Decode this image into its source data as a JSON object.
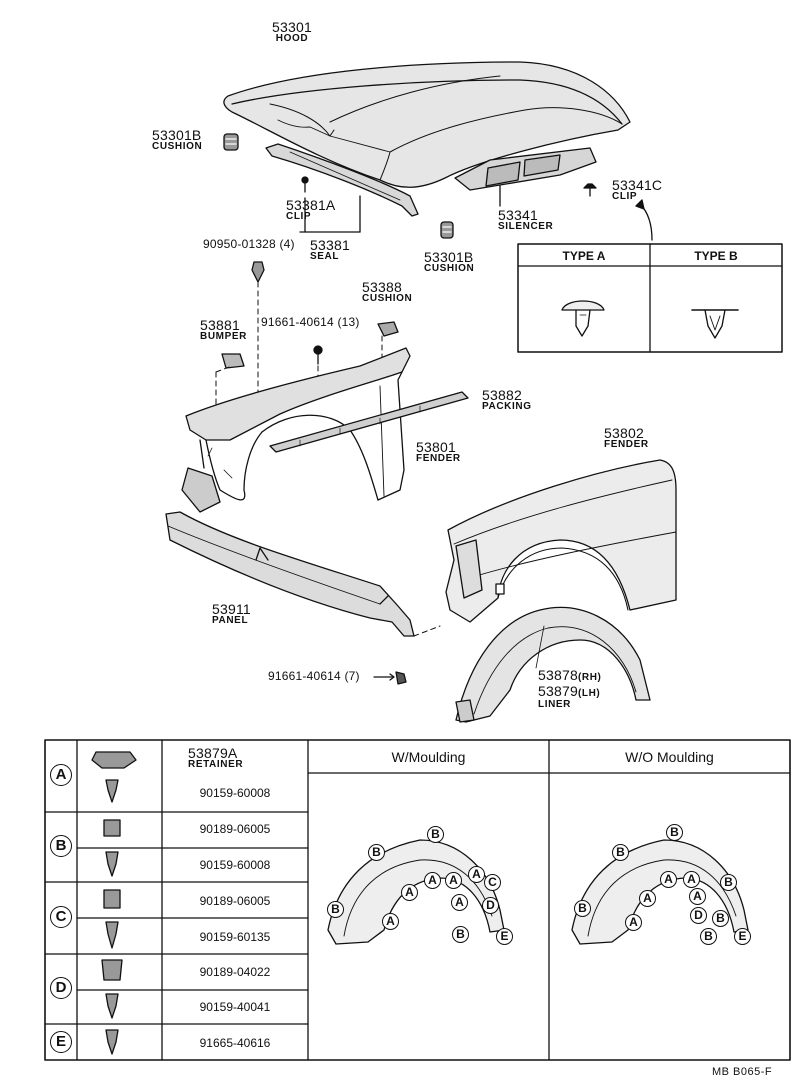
{
  "parts": {
    "hood": {
      "num": "53301",
      "name": "HOOD"
    },
    "cushion1": {
      "num": "53301B",
      "name": "CUSHION"
    },
    "clip_a": {
      "num": "53381A",
      "name": "CLIP"
    },
    "seal": {
      "num": "53381",
      "name": "SEAL"
    },
    "bolt1": {
      "num": "90950-01328 (4)"
    },
    "cushion2": {
      "num": "53301B",
      "name": "CUSHION"
    },
    "silencer": {
      "num": "53341",
      "name": "SILENCER"
    },
    "clip_c": {
      "num": "53341C",
      "name": "CLIP"
    },
    "cushion3": {
      "num": "53388",
      "name": "CUSHION"
    },
    "bumper": {
      "num": "53881",
      "name": "BUMPER"
    },
    "bolt2": {
      "num": "91661-40614 (13)"
    },
    "packing": {
      "num": "53882",
      "name": "PACKING"
    },
    "fender_l": {
      "num": "53801",
      "name": "FENDER"
    },
    "fender_r": {
      "num": "53802",
      "name": "FENDER"
    },
    "panel": {
      "num": "53911",
      "name": "PANEL"
    },
    "bolt3": {
      "num": "91661-40614 (7)"
    },
    "liner_rh": {
      "num": "53878",
      "side": "(RH)"
    },
    "liner_lh": {
      "num": "53879",
      "side": "(LH)",
      "name": "LINER"
    }
  },
  "type_box": {
    "type_a": "TYPE  A",
    "type_b": "TYPE  B"
  },
  "fastener_table": {
    "groups": [
      "A",
      "B",
      "C",
      "D",
      "E"
    ],
    "retainer": {
      "num": "53879A",
      "name": "RETAINER"
    },
    "parts": [
      "90159-60008",
      "90189-06005",
      "90159-60008",
      "90189-06005",
      "90159-60135",
      "90189-04022",
      "90159-40041",
      "91665-40616"
    ],
    "col_with": "W/Moulding",
    "col_without": "W/O Moulding"
  },
  "with_markers": [
    "B",
    "B",
    "A",
    "A",
    "A",
    "A",
    "C",
    "A",
    "D",
    "B",
    "A",
    "B",
    "E"
  ],
  "without_markers": [
    "B",
    "B",
    "A",
    "A",
    "A",
    "B",
    "B",
    "A",
    "D",
    "B",
    "A",
    "B",
    "E"
  ],
  "footer": "MB  B065-F"
}
